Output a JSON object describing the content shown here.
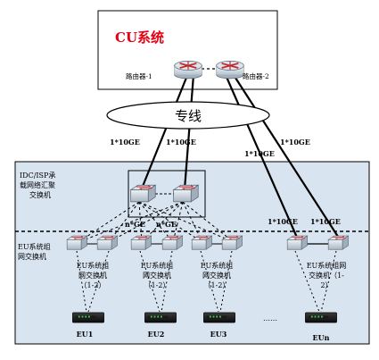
{
  "cu": {
    "title": "CU系统",
    "title_color": "#e60012",
    "router1": "路由器-1",
    "router2": "路由器-2"
  },
  "cloud": {
    "label": "专线"
  },
  "links": {
    "a": "1*10GE",
    "b": "1*10GE",
    "c": "1*10GE",
    "d": "1*10GE",
    "e": "1*10GE",
    "f": "1*10GE"
  },
  "agg": {
    "label_line1": "IDC/ISP承",
    "label_line2": "载网络汇聚",
    "label_line3": "交换机",
    "nge_left": "n*GE",
    "nge_right": "n*GE"
  },
  "eu_area": {
    "label_line1": "EU系统组",
    "label_line2": "网交换机",
    "background": "#d9e4f1"
  },
  "eu_groups": [
    {
      "line1": "EU系统组",
      "line2": "网交换机",
      "line3": "（1-2）"
    },
    {
      "line1": "EU系统组",
      "line2": "网交换机",
      "line3": "（1-2）"
    },
    {
      "line1": "EU系统组",
      "line2": "网交换机",
      "line3": "（1-2）"
    },
    {
      "line1": "EU系统组网",
      "line2": "交换机（1-",
      "line3": "2）"
    }
  ],
  "eu_servers": [
    {
      "label": "EU1"
    },
    {
      "label": "EU2"
    },
    {
      "label": "EU3"
    },
    {
      "label": "EUn"
    }
  ],
  "ellipsis": "……"
}
